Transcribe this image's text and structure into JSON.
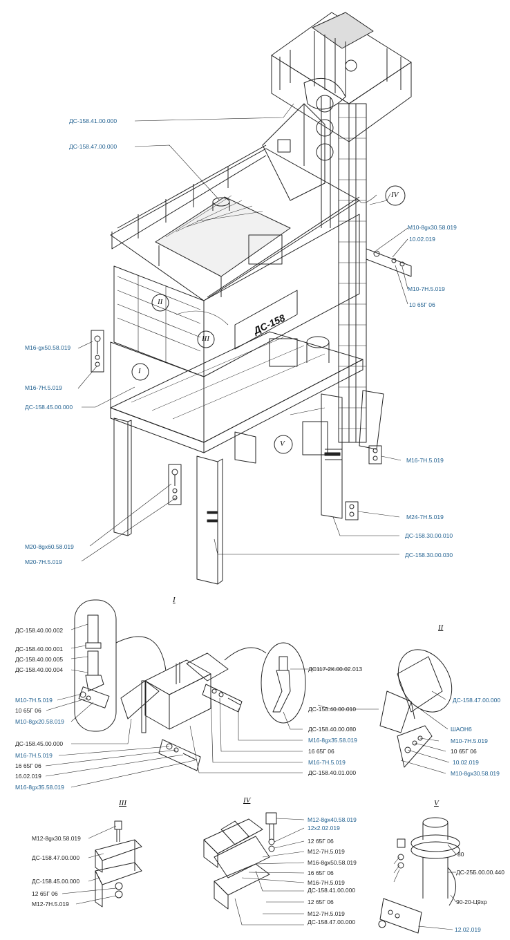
{
  "main_labels": {
    "top_hopper": "ДС-158.41.00.000",
    "mixer_unit": "ДС-158.47.00.000",
    "b1_bolt": "М10-8gх30.58.019",
    "b1_washer": "10.02.019",
    "b1_nut": "М10-7Н.5.019",
    "b1_spring": "10 65Г 06",
    "left_bolt": "М16-gх50.58.019",
    "left_nut": "М16-7Н.5.019",
    "frame": "ДС-158.45.00.000",
    "right_nut_m16": "М16-7Н.5.019",
    "right_nut_m24": "М24-7Н.5.019",
    "column_a": "ДС-158.30.00.010",
    "column_b": "ДС-158.30.00.030",
    "leg_bolt": "М20-8gх60.58.019",
    "leg_nut": "М20-7Н.5.019"
  },
  "plate_text": "ДС-158",
  "roman_marks": {
    "I": "I",
    "II": "II",
    "III": "III",
    "IV": "IV",
    "V": "V"
  },
  "detail_I": {
    "a1": "ДС-158.40.00.002",
    "a2": "ДС-158.40.00.001",
    "a3": "ДС-158.40.00.005",
    "a4": "ДС-158.40.00.004",
    "n1": "М10-7Н.5.019",
    "n2": "10 65Г 06",
    "n3": "М10-8gх20.58.019",
    "frame": "ДС-158.45.00.000",
    "s1": "М16-7Н.5.019",
    "s2": "16 65Г 06",
    "s3": "16.02.019",
    "s4": "М16-8gх35.58.019",
    "r1": "ДС117-2К.00.02.013",
    "r2": "ДС-158.40.00.010",
    "r3": "ДС-158.40.00.080",
    "r4": "М16-8gх35.58.019",
    "r5": "16 65Г 06",
    "r6": "М16-7Н.5.019",
    "r7": "ДС-158.40.01.000"
  },
  "detail_II": {
    "a": "ДС-158.47.00.000",
    "b": "ШАОН6",
    "c": "М10-7Н.5.019",
    "d": "10 65Г 06",
    "e": "10.02.019",
    "f": "М10-8gх30.58.019"
  },
  "detail_III": {
    "a": "М12-8gх30.58.019",
    "b": "ДС-158.47.00.000",
    "c": "ДС-158.45.00.000",
    "d": "12 65Г 06",
    "e": "М12-7Н.5.019"
  },
  "detail_IV": {
    "a": "М12-8gх40.58.019",
    "b": "12х2.02.019",
    "c": "12 65Г 06",
    "d": "М12-7Н.5.019",
    "e": "ДС-158.41.00.000",
    "f": "12 65Г 06",
    "g": "М12-7Н.5.019",
    "h": "ДС-158.47.00.000"
  },
  "detail_V": {
    "a": "80",
    "b": "М16-8gх50.58.019",
    "c": "16 65Г 06",
    "d": "М16-7Н.5.019",
    "e": "ДС-25Б.00.00.440",
    "f": "90-20-Ц9хр",
    "g": "12.02.019"
  }
}
